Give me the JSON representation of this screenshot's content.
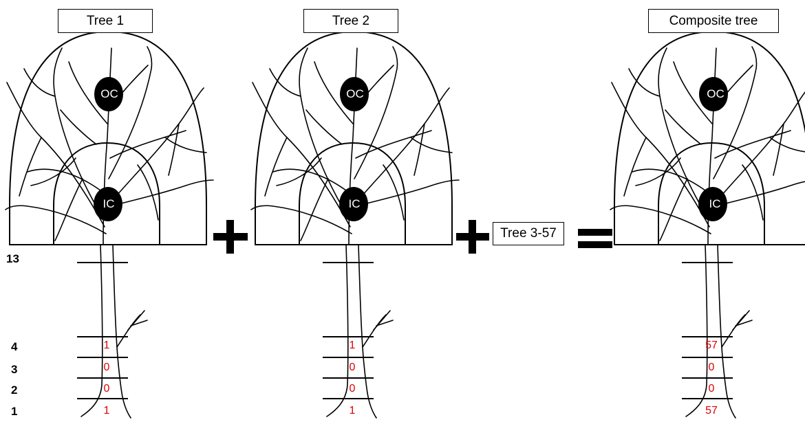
{
  "titles": {
    "tree1": "Tree 1",
    "tree2": "Tree 2",
    "composite": "Composite tree"
  },
  "middle_box": "Tree 3-57",
  "zones": {
    "outer": "OC",
    "inner": "IC"
  },
  "levels": [
    "13",
    "4",
    "3",
    "2",
    "1"
  ],
  "counts": {
    "tree1": {
      "level4": "1",
      "level3": "0",
      "level2": "0",
      "level1": "1"
    },
    "tree2": {
      "level4": "1",
      "level3": "0",
      "level2": "0",
      "level1": "1"
    },
    "composite": {
      "level4": "57",
      "level3": "0",
      "level2": "0",
      "level1": "57"
    }
  },
  "colors": {
    "count_text": "#e00000",
    "line": "#000000",
    "zone_fill": "#000000"
  }
}
